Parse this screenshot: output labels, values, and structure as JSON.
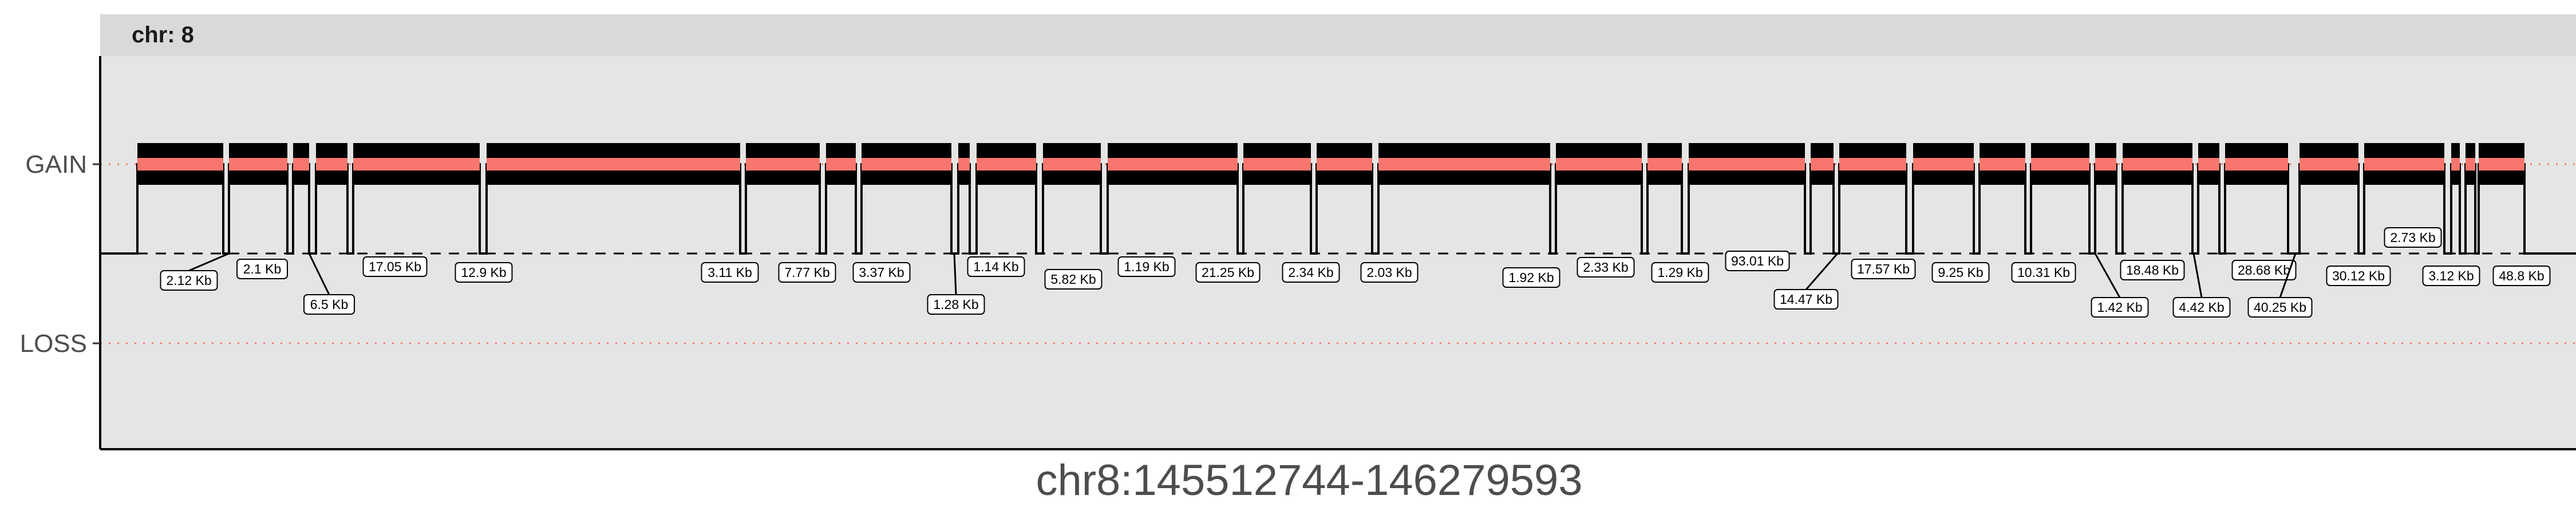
{
  "chart_data": {
    "type": "line",
    "facet_label": "chr: 8",
    "xlabel": "chr8:145512744-146279593",
    "ylabel": "",
    "y_categories": [
      "GAIN",
      "LOSS"
    ],
    "grid": false,
    "panel_background": "#e5e5e5",
    "strip_background": "#d9d9d9",
    "colors": {
      "gain_line": "#f8766d",
      "trace": "#000000",
      "baseline": "#000000",
      "reference": "#f8766d"
    },
    "series": [
      {
        "name": "",
        "state": "GAIN",
        "segments_kb": [
          2.12,
          2.1,
          6.5,
          17.05,
          12.9,
          3.11,
          7.77,
          3.37,
          1.28,
          1.14,
          5.82,
          1.19,
          21.25,
          2.34,
          2.03,
          1.92,
          2.33,
          1.29,
          93.01,
          14.47,
          17.57,
          9.25,
          10.31,
          1.42,
          18.48,
          4.42,
          28.68,
          40.25,
          30.12,
          2.73,
          3.12,
          48.8
        ]
      }
    ],
    "gap_labels": [
      "2.12 Kb",
      "2.1 Kb",
      "6.5 Kb",
      "17.05 Kb",
      "12.9 Kb",
      "3.11 Kb",
      "7.77 Kb",
      "3.37 Kb",
      "1.28 Kb",
      "1.14 Kb",
      "5.82 Kb",
      "1.19 Kb",
      "21.25 Kb",
      "2.34 Kb",
      "2.03 Kb",
      "1.92 Kb",
      "2.33 Kb",
      "1.29 Kb",
      "93.01 Kb",
      "14.47 Kb",
      "17.57 Kb",
      "9.25 Kb",
      "10.31 Kb",
      "1.42 Kb",
      "18.48 Kb",
      "4.42 Kb",
      "28.68 Kb",
      "40.25 Kb",
      "30.12 Kb",
      "2.73 Kb",
      "3.12 Kb",
      "48.8 Kb"
    ]
  }
}
